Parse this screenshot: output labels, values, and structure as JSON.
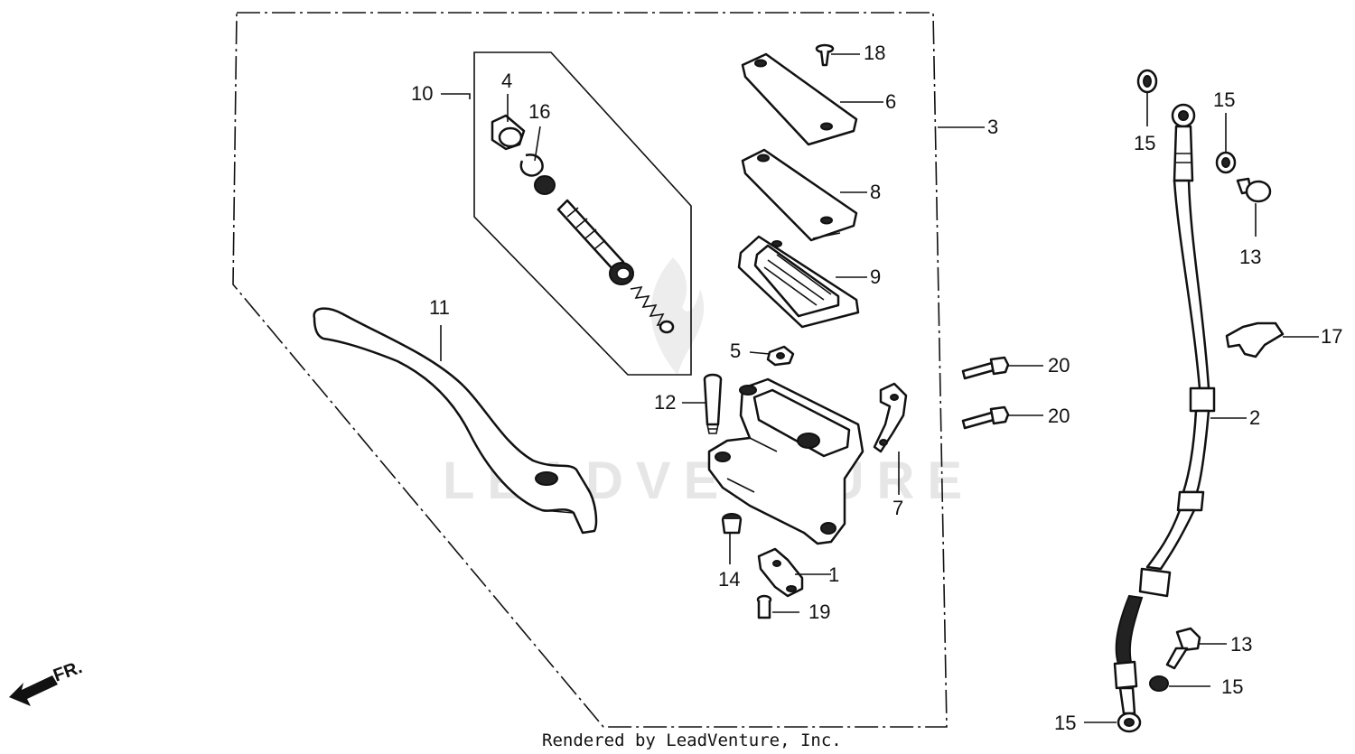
{
  "diagram": {
    "callouts": [
      {
        "id": "c1",
        "text": "1"
      },
      {
        "id": "c2",
        "text": "2"
      },
      {
        "id": "c3",
        "text": "3"
      },
      {
        "id": "c4",
        "text": "4"
      },
      {
        "id": "c5",
        "text": "5"
      },
      {
        "id": "c6",
        "text": "6"
      },
      {
        "id": "c7",
        "text": "7"
      },
      {
        "id": "c8",
        "text": "8"
      },
      {
        "id": "c9",
        "text": "9"
      },
      {
        "id": "c10",
        "text": "10"
      },
      {
        "id": "c11",
        "text": "11"
      },
      {
        "id": "c12",
        "text": "12"
      },
      {
        "id": "c13a",
        "text": "13"
      },
      {
        "id": "c13b",
        "text": "13"
      },
      {
        "id": "c14",
        "text": "14"
      },
      {
        "id": "c15a",
        "text": "15"
      },
      {
        "id": "c15b",
        "text": "15"
      },
      {
        "id": "c15c",
        "text": "15"
      },
      {
        "id": "c15d",
        "text": "15"
      },
      {
        "id": "c16",
        "text": "16"
      },
      {
        "id": "c17",
        "text": "17"
      },
      {
        "id": "c18",
        "text": "18"
      },
      {
        "id": "c19",
        "text": "19"
      },
      {
        "id": "c20a",
        "text": "20"
      },
      {
        "id": "c20b",
        "text": "20"
      }
    ],
    "direction_label": "FR.",
    "watermark": "LEADVENTURE",
    "footer": "Rendered by LeadVenture, Inc."
  }
}
